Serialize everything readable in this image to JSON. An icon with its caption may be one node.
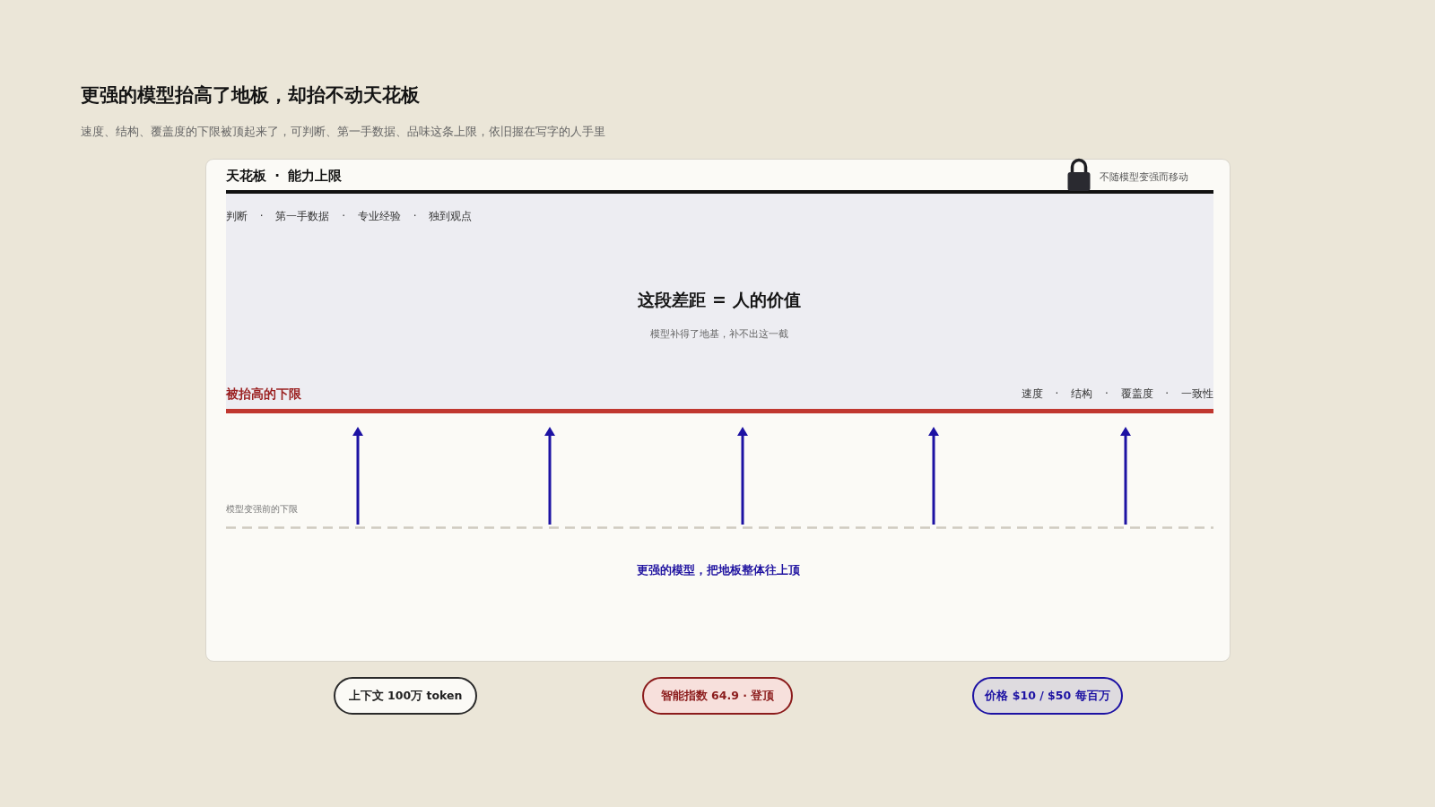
{
  "diagram": {
    "title": "更强的模型抬高了地板，却抬不动天花板",
    "nodes": [
      {
        "text": [
          "天花板 · 能力上限",
          "不随模型变强而移动",
          "模型变强前的下限",
          "更强的模型，把地板整体往上顶"
        ]
      },
      {
        "text": [
          "判断 · 第一手数据 · 专业经验 · 独到观点",
          "这段差距 = 人的价值",
          "模型补得了地基，补不出这一截",
          "被抬高的下限",
          "速度 · 结构 · 覆盖度 · 一致性"
        ],
        "in": 0
      },
      {
        "text": [
          "上下文 100万 token"
        ]
      },
      {
        "text": [
          "智能指数 64.9 · 登顶"
        ]
      },
      {
        "text": [
          "价格 $10 / $50 每百万"
        ]
      }
    ],
    "labels": [
      "速度、结构、覆盖度的下限被顶起来了，可判断、第一手数据、品味这条上限，依旧握在写字的人手里"
    ]
  }
}
